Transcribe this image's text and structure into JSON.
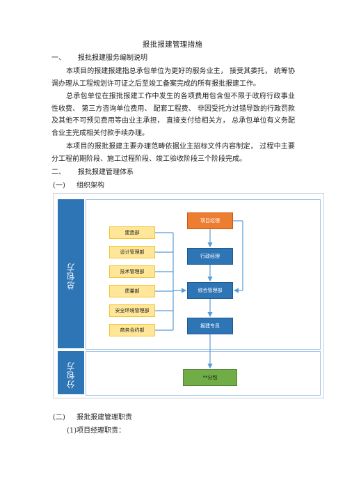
{
  "doc": {
    "title": "报批报建管理措施",
    "section1": {
      "num": "一、",
      "heading": "报批报建服务编制说明"
    },
    "para1": "本项目的报建报建指总承包单位为更好的服务业主， 接受其委托， 统筹协调办理从工程规划许可证之后至竣工备案完成的所有报批报建工作。",
    "para2": "总承包单位在报批报建工作中发生的各项费用包含但不限于政府行政事业性收费、 第三方咨询单位费用、 配套工程费、 非因受托方过错导致的行政罚款及其他不可预见费用等由业主承担， 直接支付给相关方， 总承包单位有义务配合业主完成相关付款手续办理。",
    "para3": "本项目的报批报建主要办理范畴依据业主招标文件内容制定， 过程中主要分工程前期阶段、施工过程阶段、竣工验收阶段三个阶段完成。",
    "section2": {
      "num": "二、",
      "heading": "报批报建管理体系"
    },
    "sub1": {
      "num": "(一)",
      "heading": "组织架构"
    },
    "sub2": {
      "num": "(二)",
      "heading": "报批报建管理职责"
    },
    "item1": "(1)项目经理职责："
  },
  "org_chart": {
    "general_label": "总包方",
    "sub_label": "分包方",
    "departments": [
      "建造部",
      "设计管理部",
      "技术管理部",
      "质量部",
      "安全环境管理部",
      "商务合约部"
    ],
    "project_manager": "项目经理",
    "admin_manager": "行政经理",
    "integrated_dept": "综合管理部",
    "permit_specialist": "报建专员",
    "subcontract": "**分包"
  }
}
